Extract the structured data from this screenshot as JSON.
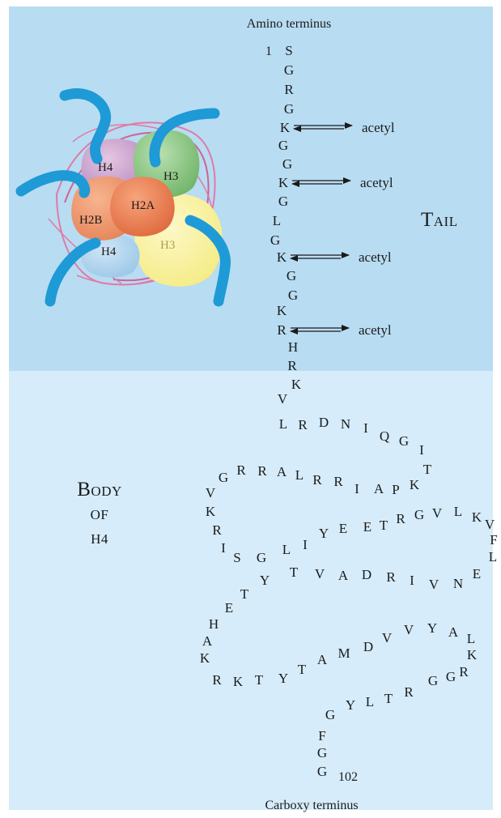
{
  "labels": {
    "amino_terminus": "Amino terminus",
    "carboxy_terminus": "Carboxy terminus",
    "tail_big": "T",
    "tail_small": "AIL",
    "body_line1_big": "B",
    "body_line1_small": "ODY",
    "body_line2": "OF",
    "body_line3": "H4",
    "start_number": "1",
    "end_number": "102",
    "acetyl": "acetyl"
  },
  "nucleosome": {
    "histones": [
      "H4",
      "H3",
      "H2B",
      "H2A",
      "H4",
      "H3"
    ]
  },
  "sequence": [
    "S",
    "G",
    "R",
    "G",
    "K",
    "G",
    "G",
    "K",
    "G",
    "L",
    "G",
    "K",
    "G",
    "G",
    "K",
    "R",
    "H",
    "R",
    "K",
    "V",
    "L",
    "R",
    "D",
    "N",
    "I",
    "Q",
    "G",
    "I",
    "T",
    "K",
    "P",
    "A",
    "I",
    "R",
    "R",
    "L",
    "A",
    "R",
    "R",
    "G",
    "V",
    "K",
    "R",
    "I",
    "S",
    "G",
    "L",
    "I",
    "Y",
    "E",
    "E",
    "T",
    "R",
    "G",
    "V",
    "L",
    "K",
    "V",
    "F",
    "L",
    "E",
    "N",
    "V",
    "I",
    "R",
    "D",
    "A",
    "V",
    "T",
    "Y",
    "T",
    "E",
    "H",
    "A",
    "K",
    "R",
    "K",
    "T",
    "Y",
    "T",
    "A",
    "M",
    "D",
    "V",
    "V",
    "Y",
    "A",
    "L",
    "K",
    "R",
    "G",
    "G",
    "R",
    "T",
    "L",
    "Y",
    "G",
    "F",
    "G",
    "G"
  ],
  "acetylated_residues": [
    5,
    8,
    12,
    16
  ],
  "colors": {
    "top_panel": "#b8dcf2",
    "bottom_panel": "#d6ecfa",
    "tail_blue": "#1e9ad6",
    "dna_pink": "#e86a9a"
  }
}
